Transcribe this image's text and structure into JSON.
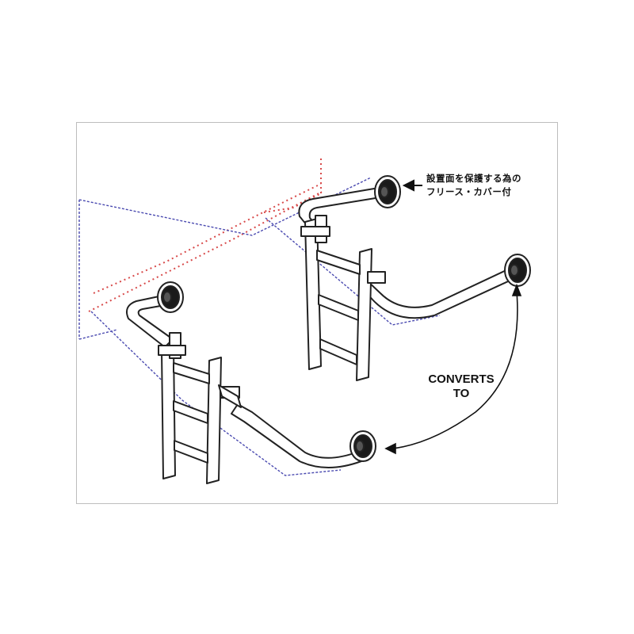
{
  "callout": {
    "line1": "設置面を保護する為の",
    "line2": "フリース・カバー付"
  },
  "converts": {
    "line1": "CONVERTS",
    "line2": "TO"
  },
  "colors": {
    "outline": "#222222",
    "deck_outline": "#4a4ab0",
    "hull_outline": "#d84a4a",
    "frame_border": "#bdbdbd"
  }
}
